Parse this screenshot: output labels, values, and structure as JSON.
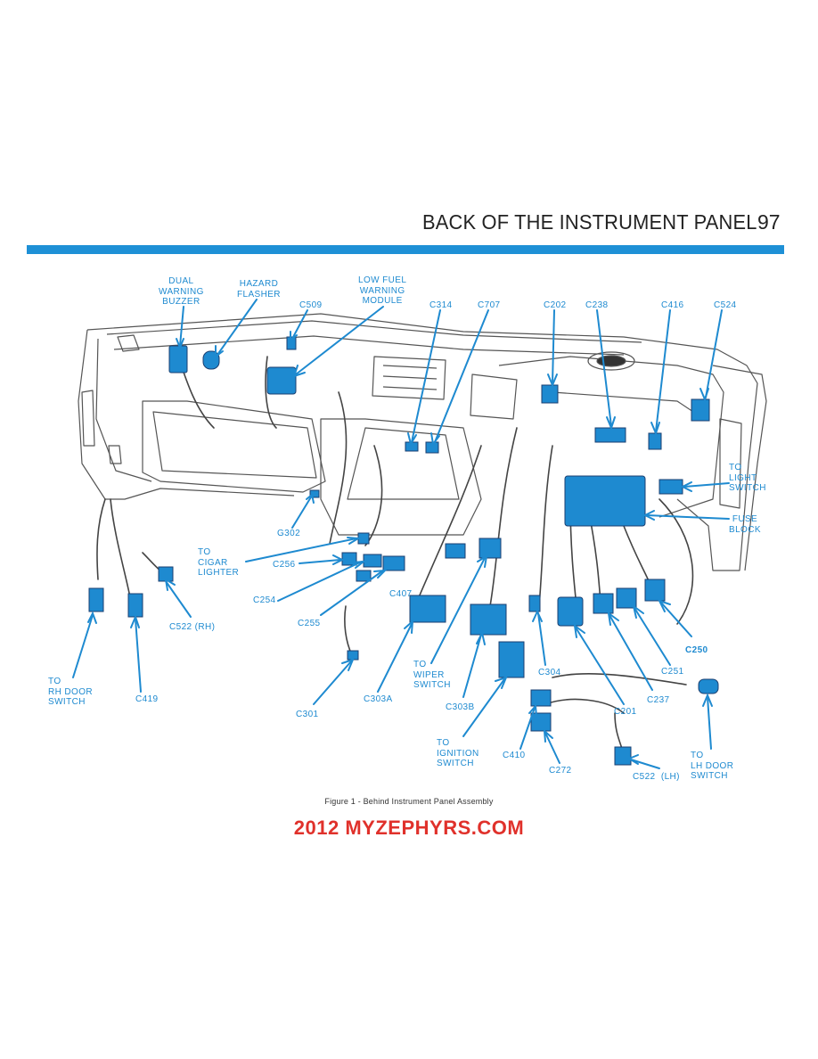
{
  "header": {
    "title": "BACK OF THE INSTRUMENT PANEL",
    "page_number": "97"
  },
  "labels": {
    "dual_warning_buzzer": "DUAL\nWARNING\nBUZZER",
    "hazard_flasher": "HAZARD\nFLASHER",
    "c509": "C509",
    "low_fuel_warning_module": "LOW FUEL\nWARNING\nMODULE",
    "c314": "C314",
    "c707": "C707",
    "c202": "C202",
    "c238": "C238",
    "c416": "C416",
    "c524": "C524",
    "to_light_switch": "TO\nLIGHT\nSWITCH",
    "fuse_block": "FUSE\nBLOCK",
    "g302": "G302",
    "to_cigar_lighter": "TO\nCIGAR\nLIGHTER",
    "c256": "C256",
    "c254": "C254",
    "c407": "C407",
    "c255": "C255",
    "c522_rh": "C522 (RH)",
    "to_rh_door_switch": "TO\nRH DOOR\nSWITCH",
    "c419": "C419",
    "c301": "C301",
    "c303a": "C303A",
    "to_wiper_switch": "TO\nWIPER\nSWITCH",
    "c303b": "C303B",
    "c304": "C304",
    "c250": "C250",
    "c251": "C251",
    "c237": "C237",
    "c201": "C201",
    "to_ignition_switch": "TO\nIGNITION\nSWITCH",
    "c410": "C410",
    "c272": "C272",
    "c522_lh": "C522  (LH)",
    "to_lh_door_switch": "TO\nLH DOOR\nSWITCH"
  },
  "caption": "Figure 1 - Behind Instrument Panel Assembly",
  "watermark": "2012 MYZEPHYRS.COM",
  "colors": {
    "accent": "#1e8ad0",
    "rule": "#1e90d6",
    "watermark": "#e0312b",
    "line_art": "#444444"
  }
}
